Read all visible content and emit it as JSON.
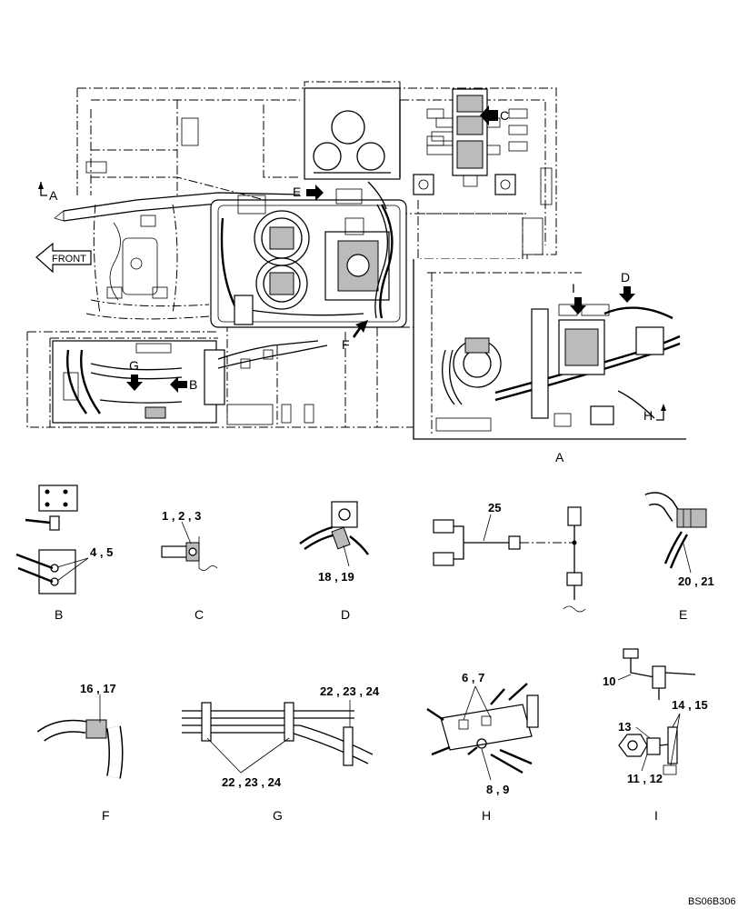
{
  "main_view": {
    "labels": {
      "front": "FRONT",
      "view_a_marker": "A",
      "arrow_c": "C",
      "arrow_e": "E",
      "arrow_f": "F",
      "arrow_g": "G",
      "arrow_b": "B"
    }
  },
  "inset_a": {
    "labels": {
      "arrow_i": "I",
      "arrow_d": "D",
      "arrow_h": "H"
    },
    "caption": "A"
  },
  "details": [
    {
      "id": "B",
      "callouts": [
        "4 , 5"
      ]
    },
    {
      "id": "C",
      "callouts": [
        "1 , 2 , 3"
      ]
    },
    {
      "id": "D",
      "callouts": [
        "18 , 19"
      ]
    },
    {
      "id": "center",
      "callouts": [
        "25"
      ]
    },
    {
      "id": "E",
      "callouts": [
        "20 , 21"
      ]
    },
    {
      "id": "F",
      "callouts": [
        "16 , 17"
      ]
    },
    {
      "id": "G",
      "callouts": [
        "22 , 23 , 24",
        "22 , 23 , 24"
      ]
    },
    {
      "id": "H",
      "callouts": [
        "6 , 7",
        "8 , 9"
      ]
    },
    {
      "id": "I",
      "callouts": [
        "10",
        "13",
        "14 , 15",
        "11 , 12"
      ]
    }
  ],
  "figure_code": "BS06B306"
}
